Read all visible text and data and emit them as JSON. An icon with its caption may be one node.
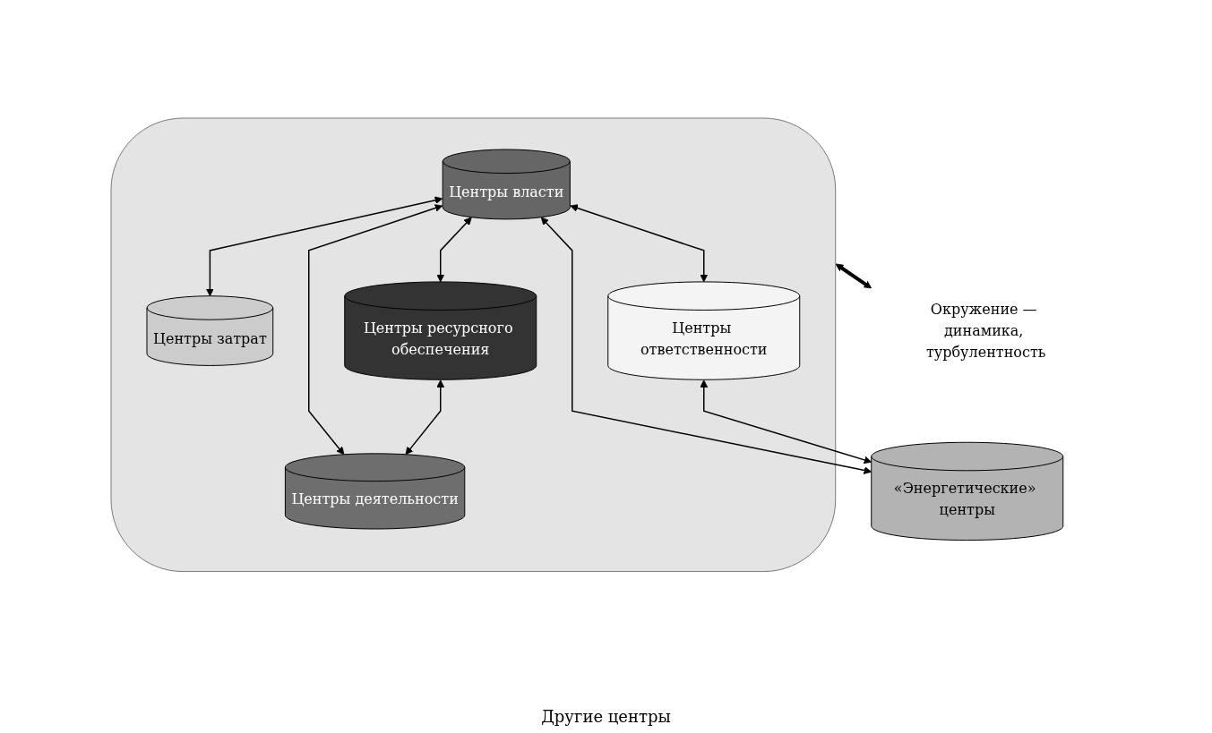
{
  "diagram": {
    "nodes": [
      {
        "text": [],
        "shape": "cloud"
      },
      {
        "text": [
          "Центры власти"
        ],
        "in": 0
      },
      {
        "text": [
          "Центры затрат"
        ],
        "in": 0
      },
      {
        "text": [
          "Центры ответственности"
        ],
        "in": 0
      },
      {
        "text": [
          "Центры ресурсного обеспечения"
        ],
        "in": 0
      },
      {
        "text": [
          "Центры деятельности"
        ],
        "in": 0
      },
      {
        "text": [
          "«Энергетические» центры"
        ]
      },
      {
        "text": [
          "Окружение — динамика, турбулентность"
        ]
      }
    ],
    "edges": [
      {
        "from": 1,
        "to": 2,
        "arrow": "both"
      },
      {
        "from": 1,
        "to": 3,
        "arrow": "both"
      },
      {
        "from": 1,
        "to": 4,
        "arrow": "both"
      },
      {
        "from": 1,
        "to": 5,
        "arrow": "both"
      },
      {
        "from": 1,
        "to": 6,
        "arrow": "both"
      },
      {
        "from": 3,
        "to": 6,
        "arrow": "both"
      },
      {
        "from": 4,
        "to": 5,
        "arrow": "both"
      },
      {
        "from": 0,
        "to": 7,
        "arrow": "both",
        "style": "thick"
      }
    ],
    "labels": [
      "Другие центры"
    ]
  }
}
